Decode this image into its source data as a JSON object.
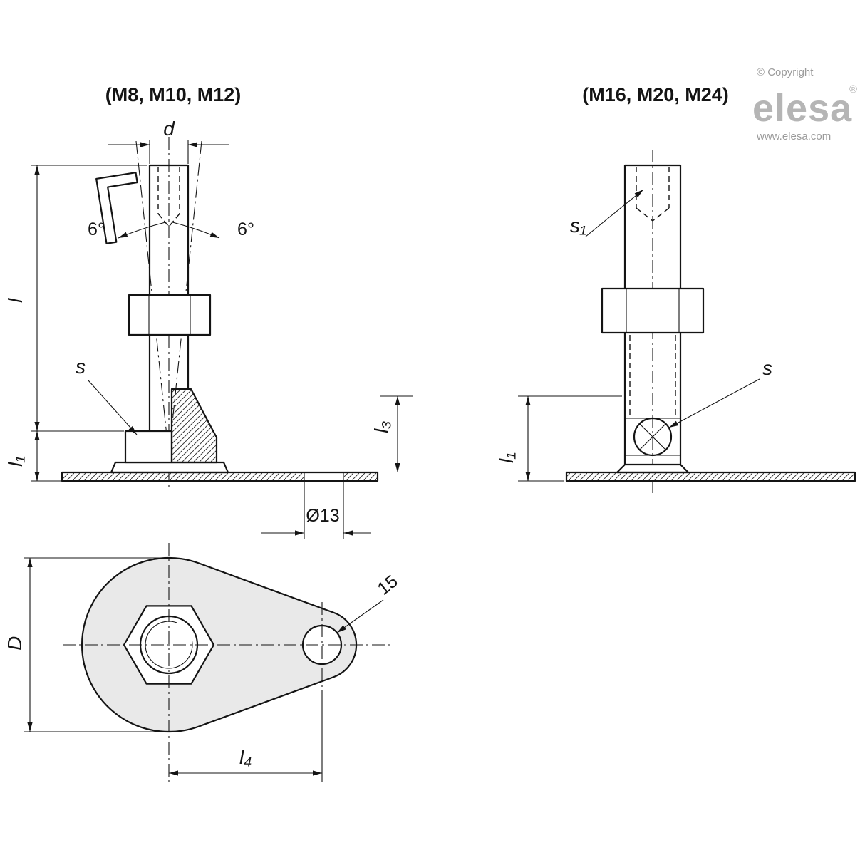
{
  "branding": {
    "copyright": "© Copyright",
    "logo": "elesa",
    "registered": "®",
    "website": "www.elesa.com"
  },
  "left_view": {
    "title": "(M8, M10, M12)",
    "dims": {
      "d": "d",
      "l": "l",
      "l1": "l₁",
      "l3": "l₃",
      "s": "s",
      "angle_left": "6°",
      "angle_right": "6°",
      "dia": "Ø13"
    }
  },
  "right_view": {
    "title": "(M16, M20, M24)",
    "dims": {
      "s1": "s₁",
      "s": "s",
      "l1": "l₁"
    }
  },
  "bottom_view": {
    "dims": {
      "D": "D",
      "hole_offset": "15",
      "l4": "l₄"
    }
  },
  "colors": {
    "line": "#141414",
    "plate_fill": "#e9e9e9",
    "logo_gray": "#b5b5b5",
    "text_gray": "#9b9b9b",
    "background": "#ffffff"
  }
}
